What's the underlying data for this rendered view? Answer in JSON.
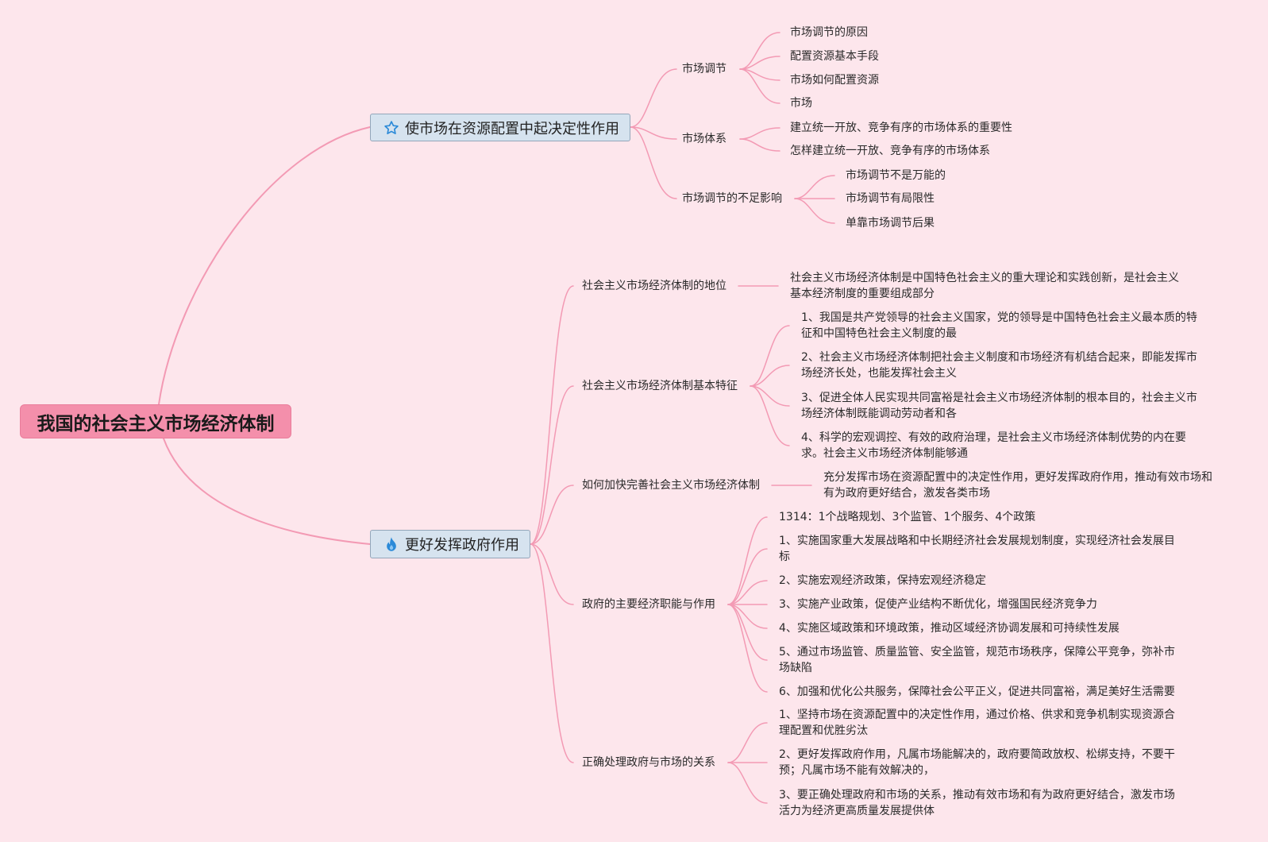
{
  "root": {
    "title": "我国的社会主义市场经济体制"
  },
  "branches": [
    {
      "title": "使市场在资源配置中起决定性作用",
      "icon": "star-icon",
      "topics": [
        {
          "title": "市场调节",
          "items": [
            "市场调节的原因",
            "配置资源基本手段",
            "市场如何配置资源",
            "市场"
          ]
        },
        {
          "title": "市场体系",
          "items": [
            "建立统一开放、竞争有序的市场体系的重要性",
            "怎样建立统一开放、竞争有序的市场体系"
          ]
        },
        {
          "title": "市场调节的不足影响",
          "items": [
            "市场调节不是万能的",
            "市场调节有局限性",
            "单靠市场调节后果"
          ]
        }
      ]
    },
    {
      "title": "更好发挥政府作用",
      "icon": "fire-icon",
      "topics": [
        {
          "title": "社会主义市场经济体制的地位",
          "items": [
            "社会主义市场经济体制是中国特色社会主义的重大理论和实践创新，是社会主义基本经济制度的重要组成部分"
          ]
        },
        {
          "title": "社会主义市场经济体制基本特征",
          "items": [
            "1、我国是共产党领导的社会主义国家，党的领导是中国特色社会主义最本质的特征和中国特色社会主义制度的最",
            "2、社会主义市场经济体制把社会主义制度和市场经济有机结合起来，即能发挥市场经济长处，也能发挥社会主义",
            "3、促进全体人民实现共同富裕是社会主义市场经济体制的根本目的，社会主义市场经济体制既能调动劳动者和各",
            "4、科学的宏观调控、有效的政府治理，是社会主义市场经济体制优势的内在要求。社会主义市场经济体制能够通"
          ]
        },
        {
          "title": "如何加快完善社会主义市场经济体制",
          "items": [
            "充分发挥市场在资源配置中的决定性作用，更好发挥政府作用，推动有效市场和有为政府更好结合，激发各类市场"
          ]
        },
        {
          "title": "政府的主要经济职能与作用",
          "items": [
            "1314：1个战略规划、3个监管、1个服务、4个政策",
            "1、实施国家重大发展战略和中长期经济社会发展规划制度，实现经济社会发展目标",
            "2、实施宏观经济政策，保持宏观经济稳定",
            "3、实施产业政策，促使产业结构不断优化，增强国民经济竞争力",
            "4、实施区域政策和环境政策，推动区域经济协调发展和可持续性发展",
            "5、通过市场监管、质量监管、安全监管，规范市场秩序，保障公平竞争，弥补市场缺陷",
            "6、加强和优化公共服务，保障社会公平正义，促进共同富裕，满足美好生活需要"
          ]
        },
        {
          "title": "正确处理政府与市场的关系",
          "items": [
            "1、坚持市场在资源配置中的决定性作用，通过价格、供求和竞争机制实现资源合理配置和优胜劣汰",
            "2、更好发挥政府作用，凡属市场能解决的，政府要简政放权、松绑支持，不要干预；凡属市场不能有效解决的，",
            "3、要正确处理政府和市场的关系，推动有效市场和有为政府更好结合，激发市场活力为经济更高质量发展提供体"
          ]
        }
      ]
    }
  ],
  "colors": {
    "background": "#fde6ec",
    "connector": "#f39ab4",
    "root_fill": "#f48fab",
    "root_border": "#e97d9b",
    "branch_fill": "#d6e3ef",
    "branch_border": "#93a6ba",
    "icon": "#2b8ad8",
    "text": "#2a2a2a"
  }
}
